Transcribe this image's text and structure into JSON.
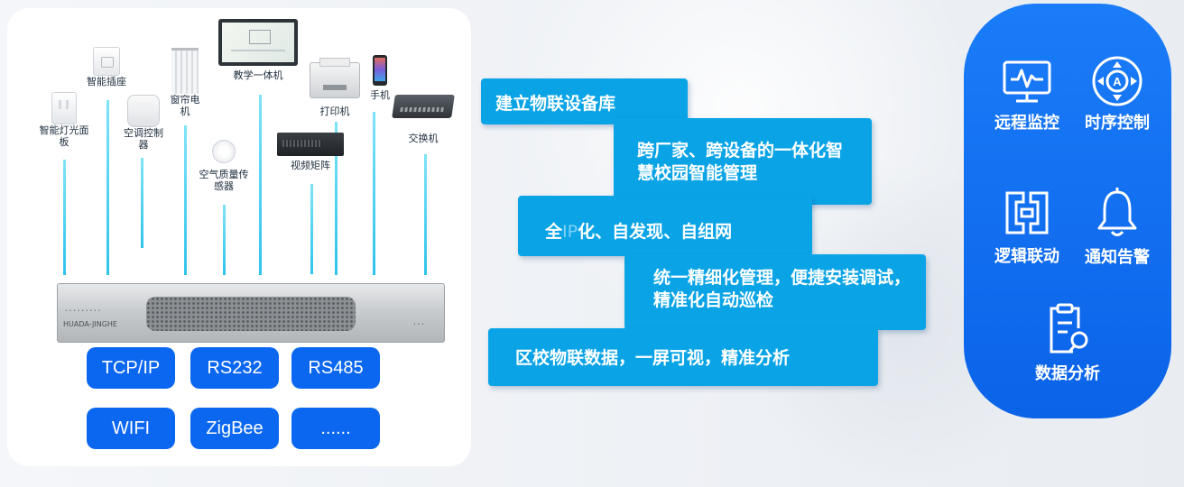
{
  "devices": [
    {
      "name": "smart-light-panel",
      "label_lines": [
        "智能灯光面",
        "板"
      ]
    },
    {
      "name": "smart-socket",
      "label_lines": [
        "智能插座"
      ]
    },
    {
      "name": "ac-controller",
      "label_lines": [
        "空调控制",
        "器"
      ]
    },
    {
      "name": "curtain-motor",
      "label_lines": [
        "窗帘电",
        "机"
      ]
    },
    {
      "name": "air-quality-sensor",
      "label_lines": [
        "空气质量传",
        "感器"
      ]
    },
    {
      "name": "teaching-all-in-one",
      "label_lines": [
        "教学一体机"
      ]
    },
    {
      "name": "video-matrix",
      "label_lines": [
        "视频矩阵"
      ]
    },
    {
      "name": "printer",
      "label_lines": [
        "打印机"
      ]
    },
    {
      "name": "mobile-phone",
      "label_lines": [
        "手机"
      ]
    },
    {
      "name": "network-switch",
      "label_lines": [
        "交换机"
      ]
    }
  ],
  "gateway": {
    "brand": "HUADA-JINGHE"
  },
  "protocols": [
    "TCP/IP",
    "RS232",
    "RS485",
    "WIFI",
    "ZigBee",
    "......"
  ],
  "features": {
    "f1": "建立物联设备库",
    "f2": "跨厂家、跨设备的一体化智慧校园智能管理",
    "f3_pre": "全",
    "f3_ip": "IP",
    "f3_post": "化、自发现、自组网",
    "f4": "统一精细化管理，便捷安装调试， 精准化自动巡检",
    "f5": "区校物联数据，一屏可视，精准分析"
  },
  "capabilities": [
    {
      "icon": "monitor-pulse-icon",
      "label": "远程监控"
    },
    {
      "icon": "sequence-control-icon",
      "label": "时序控制"
    },
    {
      "icon": "logic-link-icon",
      "label": "逻辑联动"
    },
    {
      "icon": "bell-icon",
      "label": "通知告警"
    },
    {
      "icon": "data-analysis-icon",
      "label": "数据分析"
    }
  ],
  "colors": {
    "cyan_box": "#0aa4e6",
    "protocol_blue": "#0b67f0",
    "panel_blue": "#1a7cf8",
    "line_cyan": "#2fc3ec"
  }
}
